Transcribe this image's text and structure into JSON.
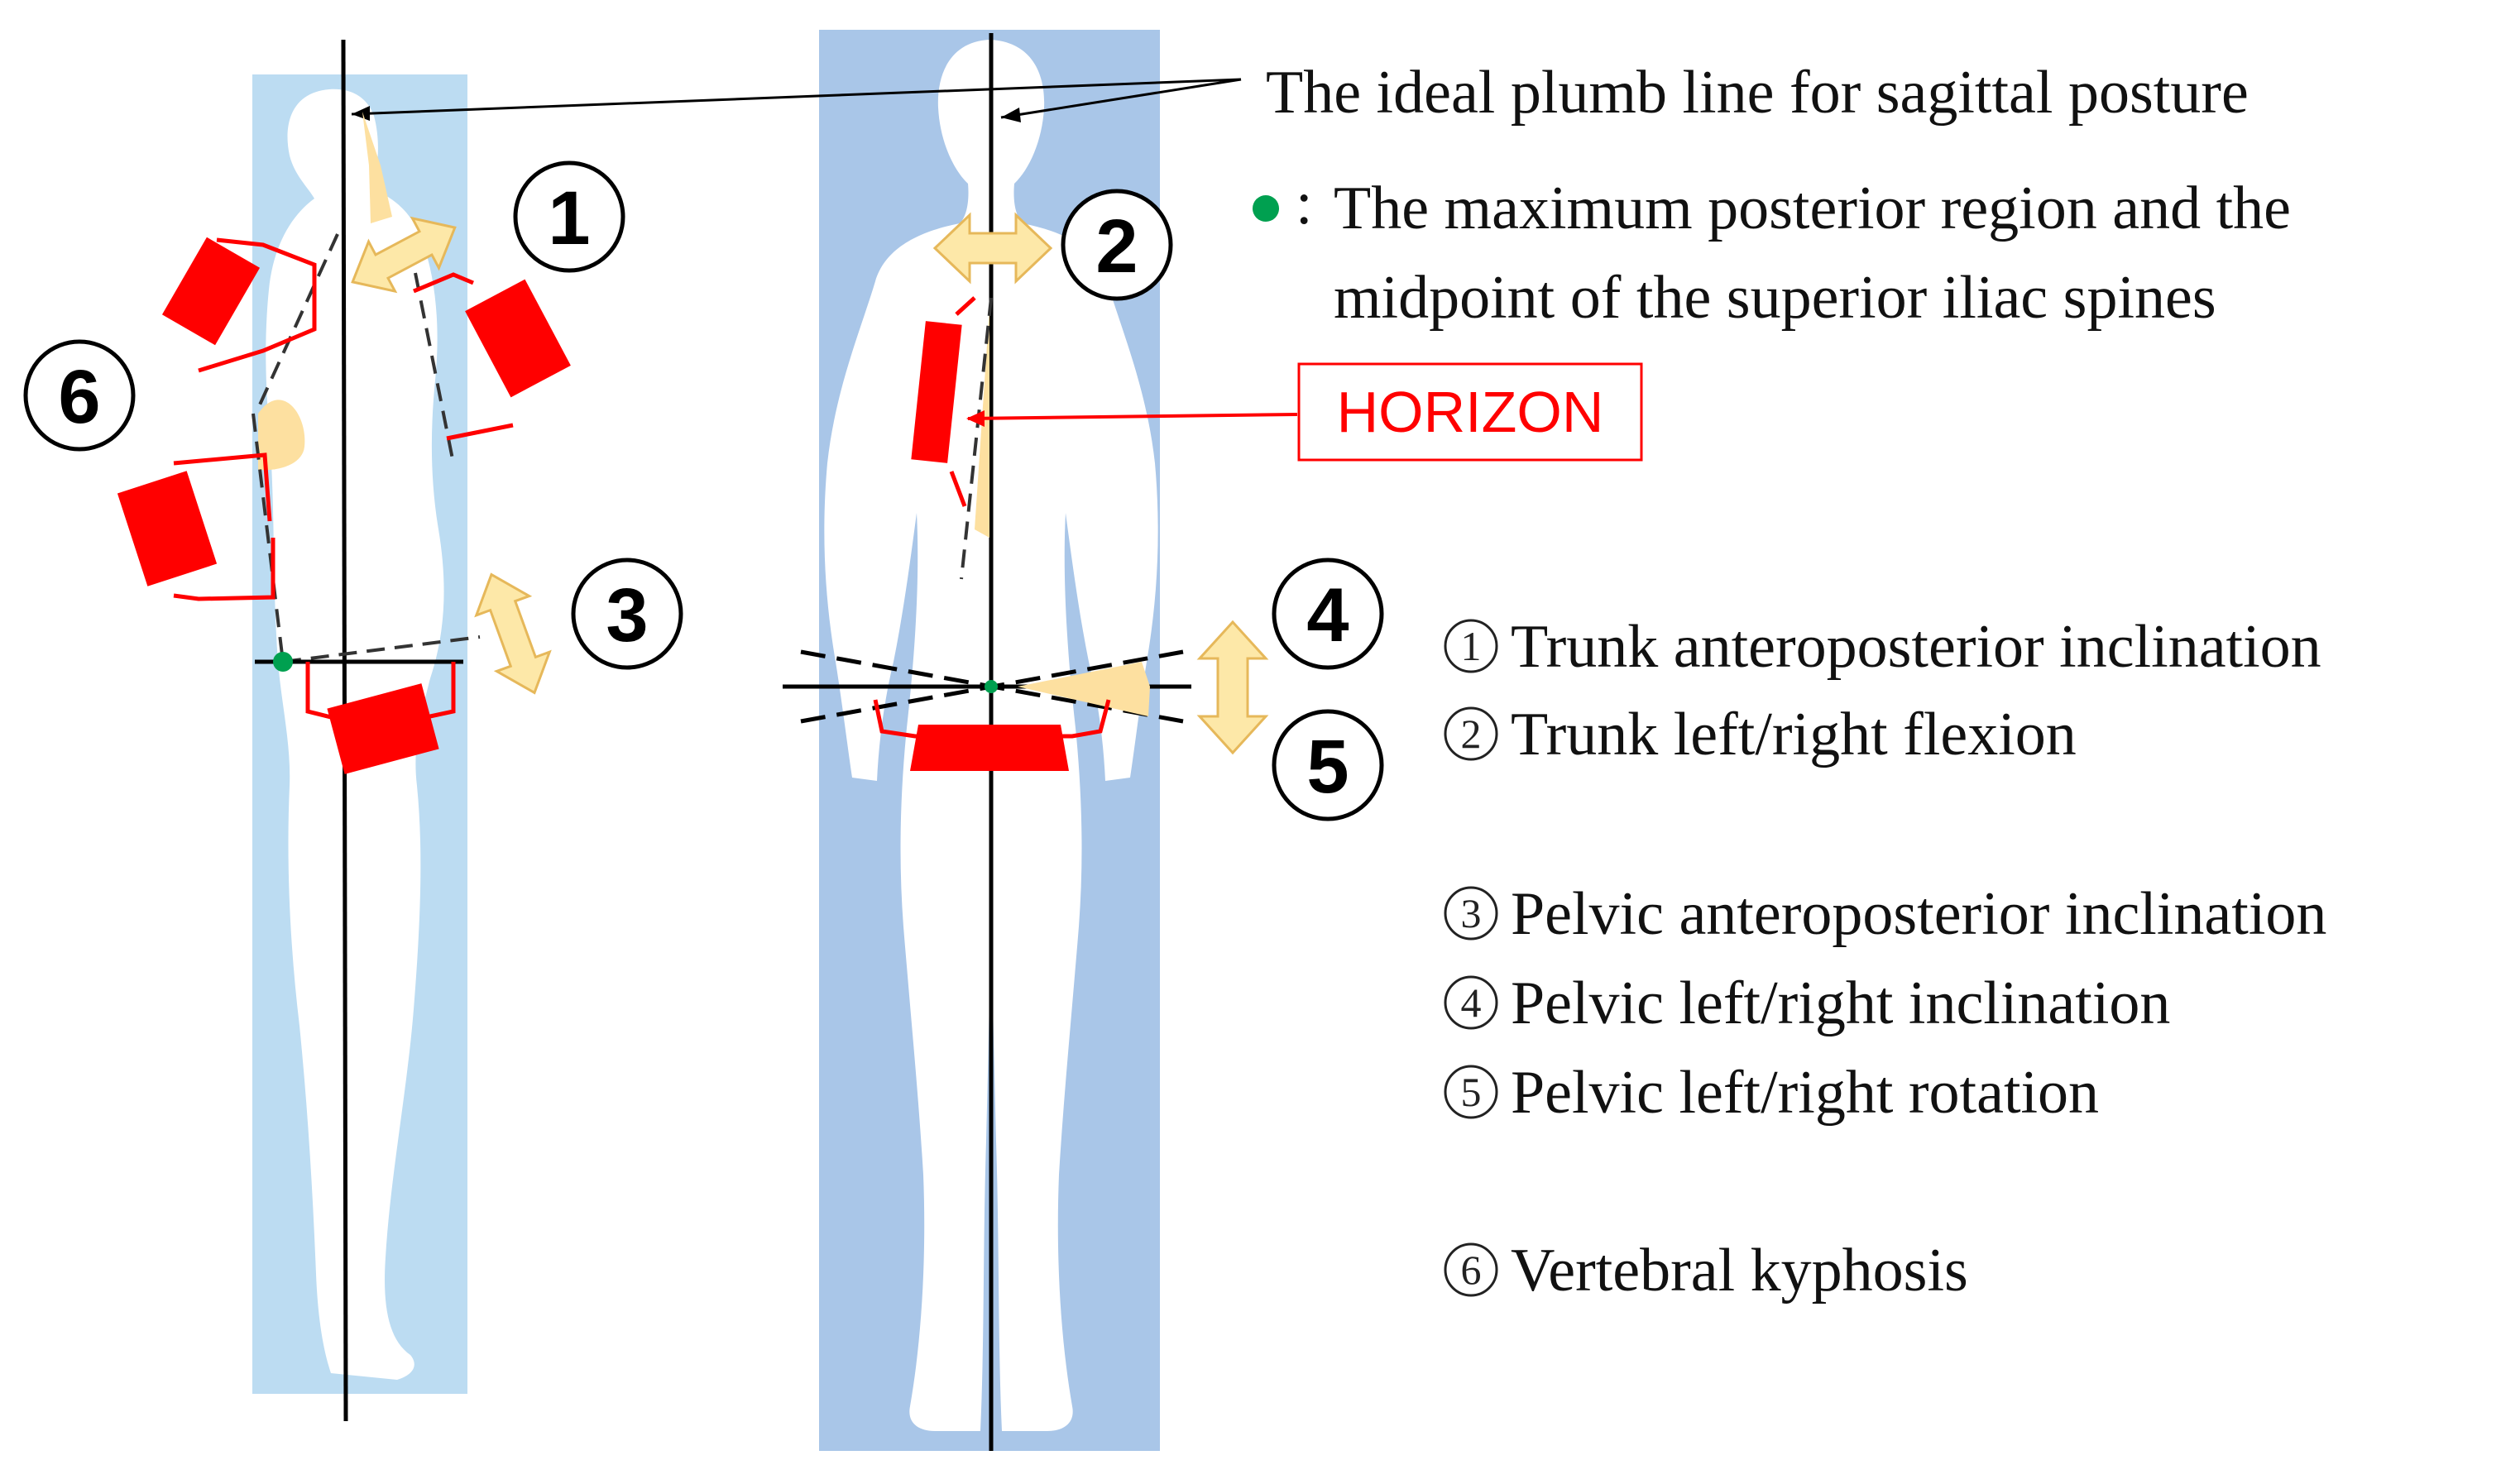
{
  "labels": {
    "plumb_line": "The ideal plumb line for sagittal posture",
    "green_dot_line1": "The maximum posterior region and the",
    "green_dot_line2": "midpoint of the superior iliac spines",
    "green_dot_colon": ":",
    "horizon": "HORIZON"
  },
  "markers": {
    "m1": "1",
    "m2": "2",
    "m3": "3",
    "m4": "4",
    "m5": "5",
    "m6": "6"
  },
  "legend": [
    {
      "num": "1",
      "text": "Trunk anteroposterior inclination"
    },
    {
      "num": "2",
      "text": "Trunk left/right flexion"
    },
    {
      "num": "3",
      "text": "Pelvic anteroposterior inclination"
    },
    {
      "num": "4",
      "text": "Pelvic left/right inclination"
    },
    {
      "num": "5",
      "text": "Pelvic left/right rotation"
    },
    {
      "num": "6",
      "text": "Vertebral kyphosis"
    }
  ],
  "colors": {
    "side_panel": "#bcdcf2",
    "front_panel": "#a9c6e8",
    "sensor_red": "#ff0000",
    "arrow_fill": "#fde8a8",
    "arrow_stroke": "#e6b85a",
    "angle_wedge": "#fde0a0",
    "green_dot": "#00a050"
  }
}
